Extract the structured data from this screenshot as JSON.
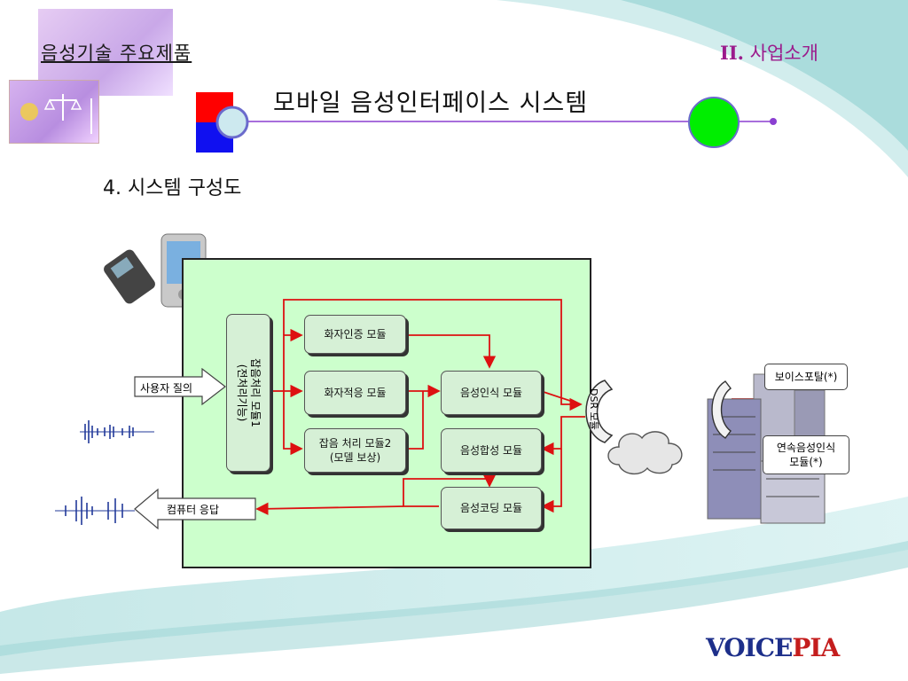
{
  "header": {
    "section_title": "음성기술 주요제품",
    "chapter_num": "II.",
    "chapter_title": "사업소개",
    "slide_title": "모바일 음성인터페이스 시스템"
  },
  "subheading": "4.  시스템 구성도",
  "diagram": {
    "noise_module_1_line1": "잡음처리 모듈1",
    "noise_module_1_line2": "(전처리기능)",
    "speaker_auth": "화자인증 모듈",
    "speaker_adapt": "화자적응 모듈",
    "noise_module_2_line1": "잡음 처리 모듈2",
    "noise_module_2_line2": "(모델 보상)",
    "speech_recog": "음성인식 모듈",
    "speech_synth": "음성합성 모듈",
    "speech_coding": "음성코딩 모듈",
    "user_query": "사용자 질의",
    "computer_response": "컴퓨터 응답",
    "dsr_module": "DSR 모듈",
    "voice_portal": "보이스포탈(*)",
    "continuous_recog_line1": "연속음성인식",
    "continuous_recog_line2": "모듈(*)"
  },
  "logo": {
    "voice": "VOICE",
    "pia": "PIA"
  },
  "colors": {
    "accent_purple": "#9b1b8c",
    "line_purple": "#8a3fd1",
    "panel_green": "#ccffcc",
    "arrow_red": "#dd1111",
    "logo_blue": "#1d2f8a",
    "logo_red": "#c41d1d"
  }
}
